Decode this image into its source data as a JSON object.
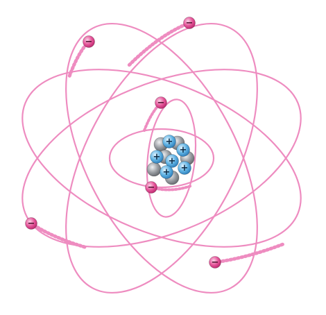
{
  "diagram": {
    "subject": "atom model",
    "orbit_color": "#ee8cc0",
    "electron_color": "#e5569a",
    "proton_color": "#5fb2e3",
    "neutron_color": "#9a9ea3",
    "electron_sign": "−",
    "proton_sign": "+",
    "counts": {
      "electrons": 6,
      "protons": 6,
      "neutrons": 6
    }
  }
}
